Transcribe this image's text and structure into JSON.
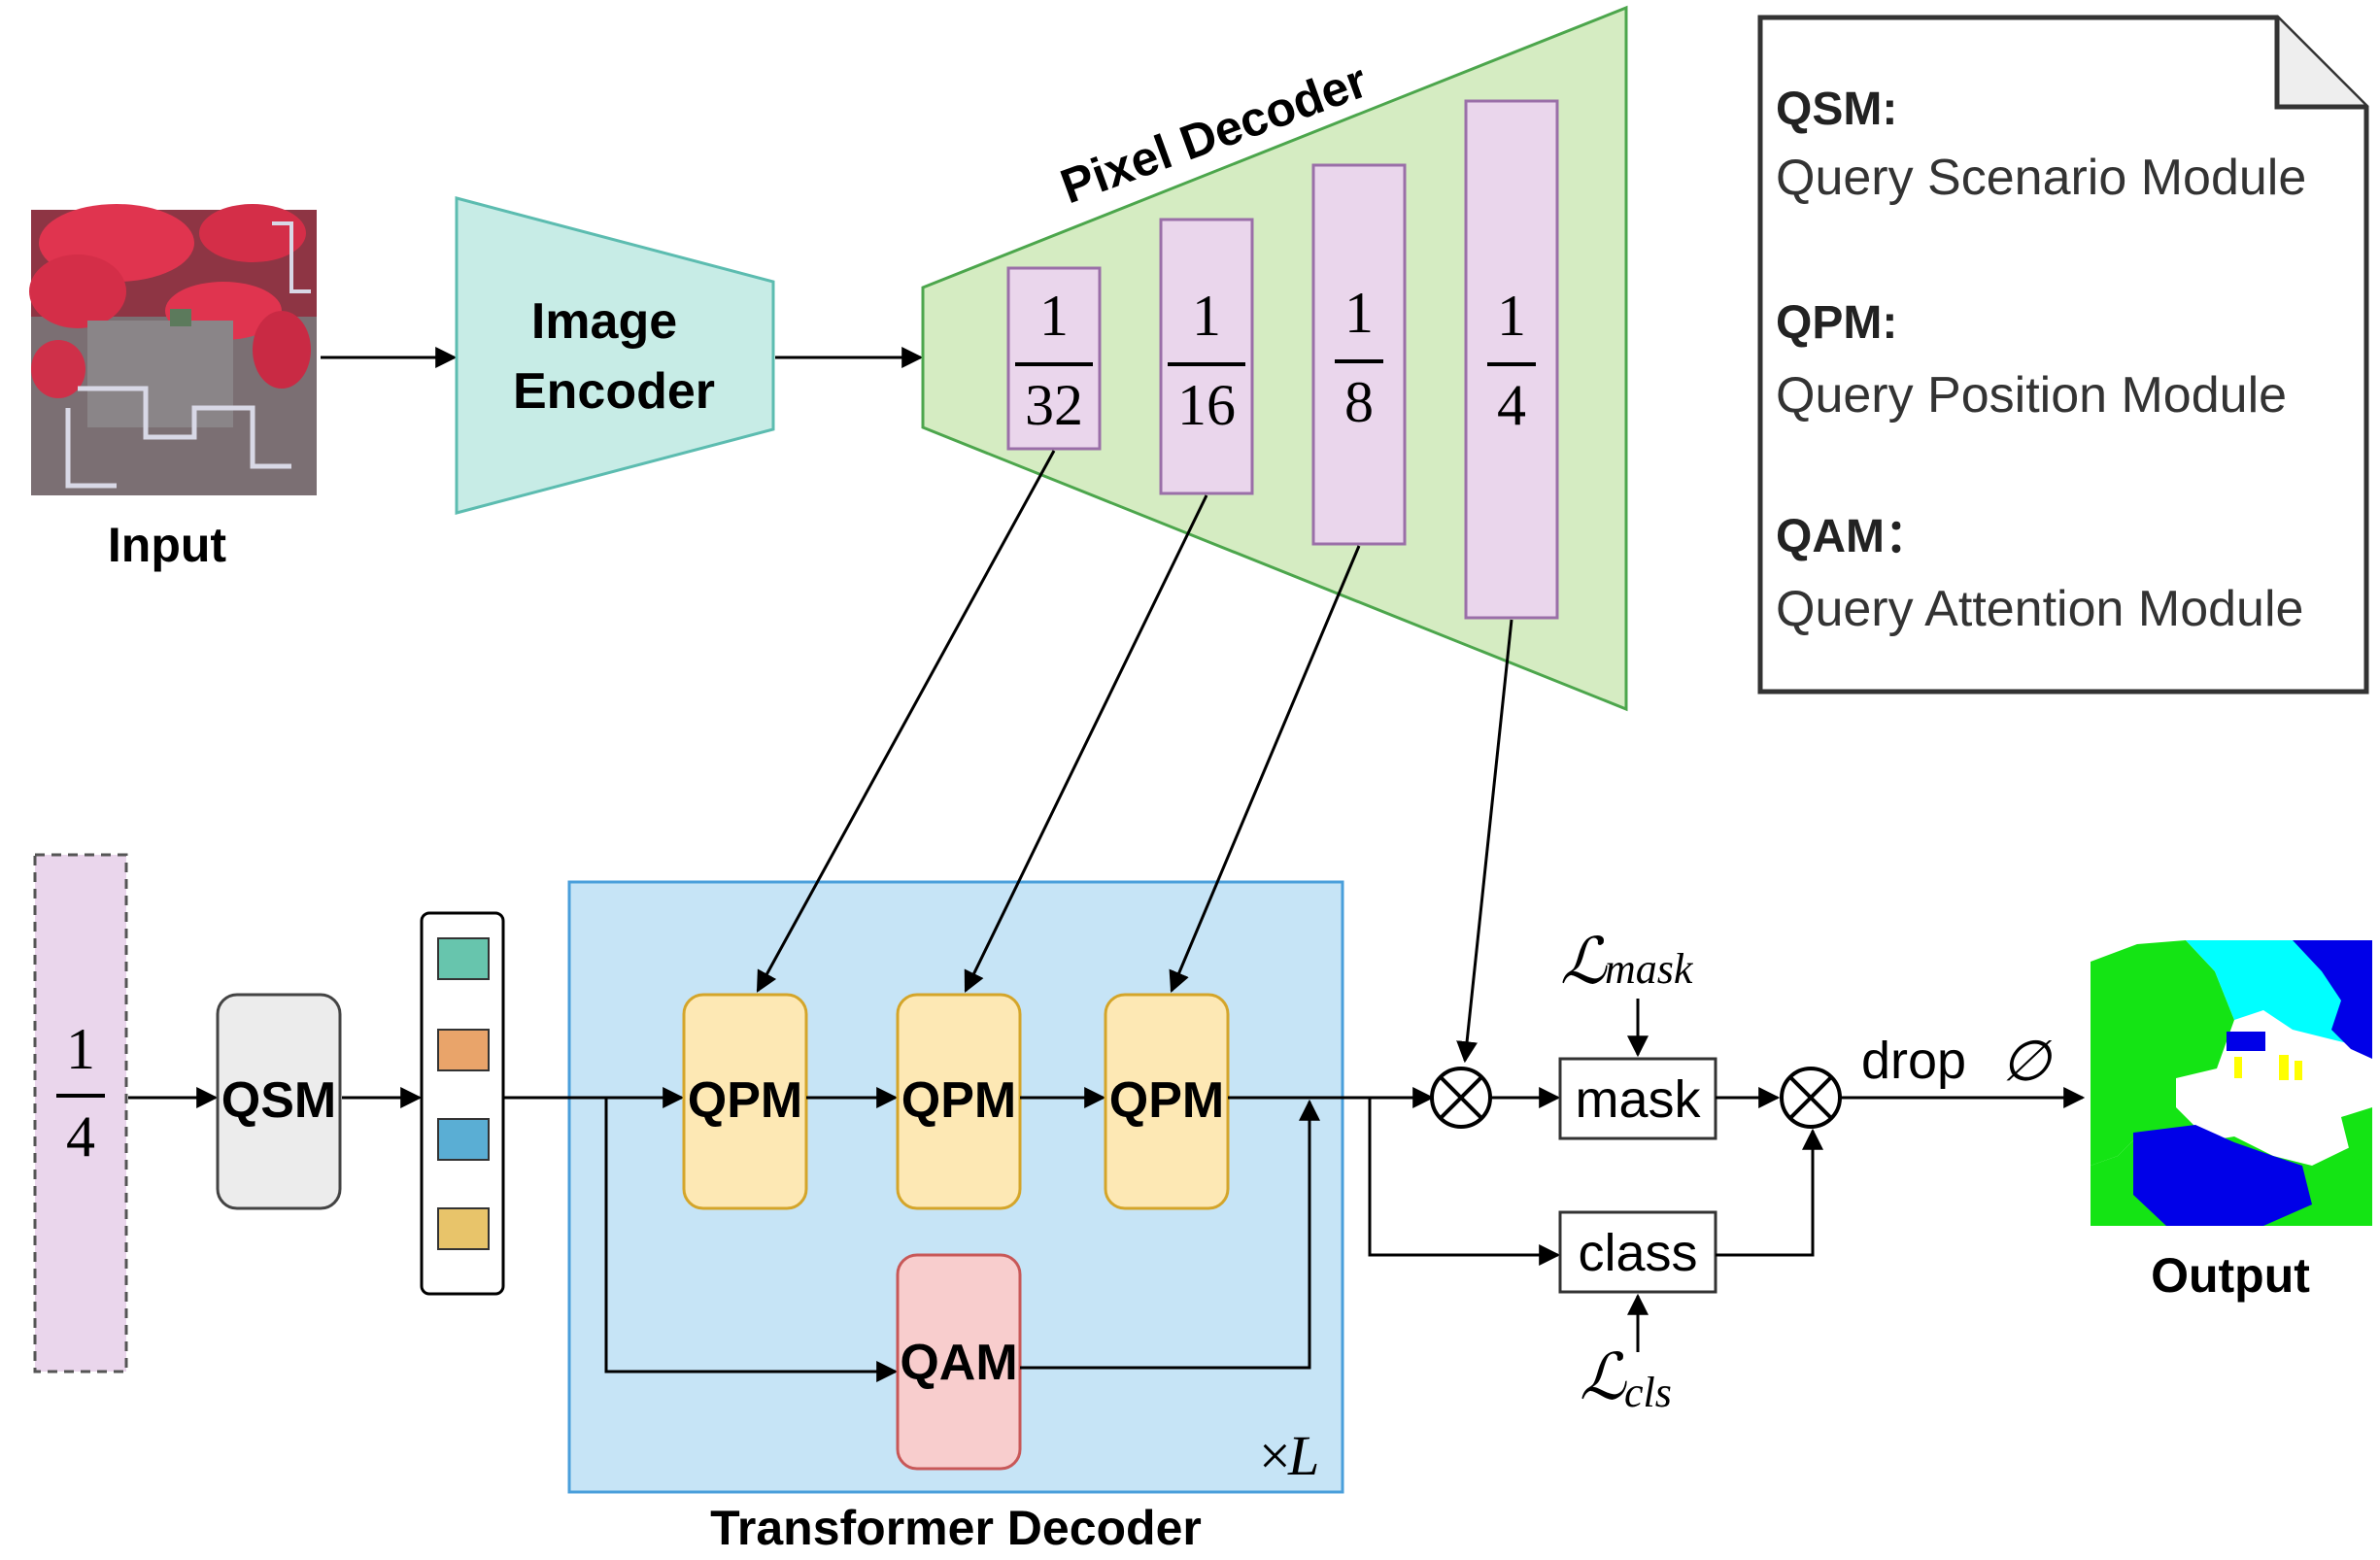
{
  "input": {
    "label": "Input"
  },
  "image_encoder": {
    "line1": "Image",
    "line2": "Encoder"
  },
  "pixel_decoder": {
    "title": "Pixel Decoder",
    "scales": [
      {
        "num": "1",
        "den": "32"
      },
      {
        "num": "1",
        "den": "16"
      },
      {
        "num": "1",
        "den": "8"
      },
      {
        "num": "1",
        "den": "4"
      }
    ]
  },
  "legend": {
    "items": [
      {
        "abbr": "QSM:",
        "full": "Query Scenario Module"
      },
      {
        "abbr": "QPM:",
        "full": "Query Position Module"
      },
      {
        "abbr": "QAM：",
        "full": "Query Attention Module"
      }
    ]
  },
  "feature_input": {
    "num": "1",
    "den": "4"
  },
  "qsm": {
    "label": "QSM"
  },
  "queries": {
    "colors": [
      "#67c5ad",
      "#e9a46a",
      "#5aaed4",
      "#e8c46a"
    ]
  },
  "transformer_decoder": {
    "title": "Transformer Decoder",
    "qpm_labels": [
      "QPM",
      "QPM",
      "QPM"
    ],
    "qam_label": "QAM",
    "repeat_symbol": "×",
    "repeat_var": "L"
  },
  "heads": {
    "mask_label": "mask",
    "class_label": "class",
    "loss_mask_sym": "ℒ",
    "loss_mask_sub": "mask",
    "loss_cls_sym": "ℒ",
    "loss_cls_sub": "cls",
    "drop_label": "drop",
    "empty_set": "∅"
  },
  "output": {
    "label": "Output"
  },
  "colors": {
    "decoder_fill": "#d5ecc2",
    "decoder_stroke": "#4ca64c",
    "encoder_fill": "#c7ece6",
    "encoder_stroke": "#5cbcb0",
    "scale_fill": "#ead6ec",
    "scale_stroke": "#9a6fa8",
    "td_fill": "#c6e4f6",
    "td_stroke": "#4a9fdb",
    "qpm_fill": "#fde8b4",
    "qpm_stroke": "#d4a52a",
    "qam_fill": "#f8cdcd",
    "qam_stroke": "#c85858",
    "qsm_fill": "#ececec"
  }
}
